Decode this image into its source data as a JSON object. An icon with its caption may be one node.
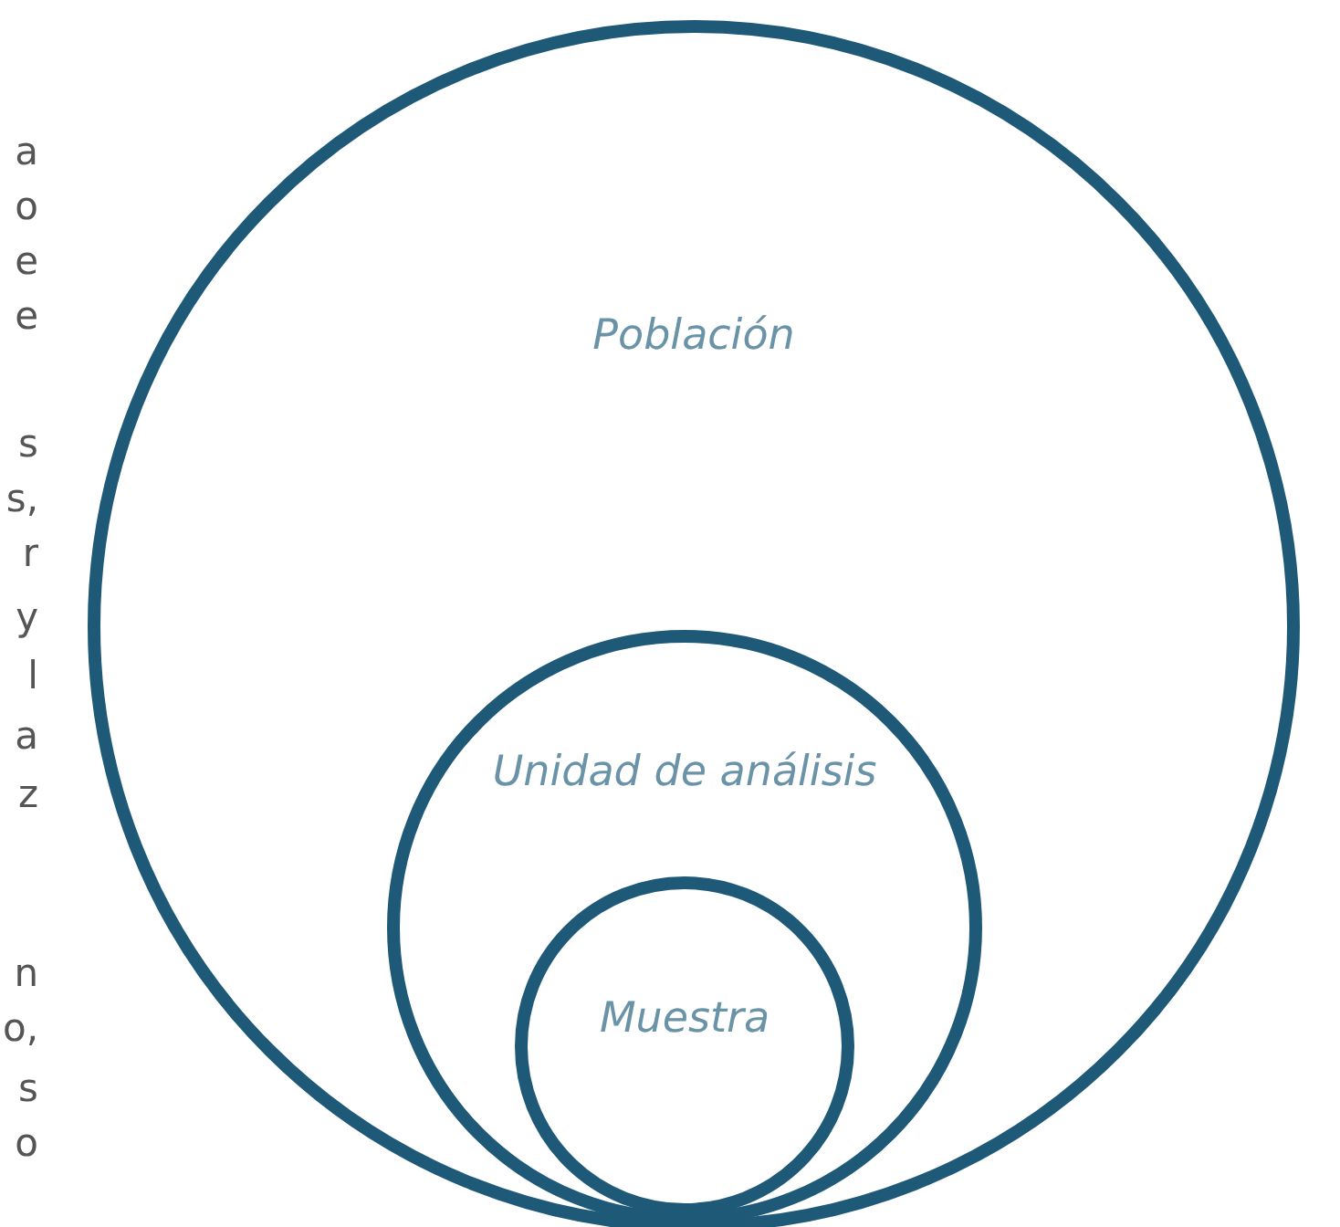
{
  "diagram": {
    "nodes": [
      {
        "text": [
          "Población"
        ]
      },
      {
        "text": [
          "Unidad de análisis"
        ],
        "in": 0
      },
      {
        "text": [
          "Muestra"
        ],
        "in": 1
      }
    ],
    "labels": [
      "a",
      "o",
      "e",
      "e",
      "s",
      "s,",
      "r",
      "y",
      "l",
      "a",
      "z",
      "n",
      "o,",
      "s",
      "o"
    ]
  }
}
